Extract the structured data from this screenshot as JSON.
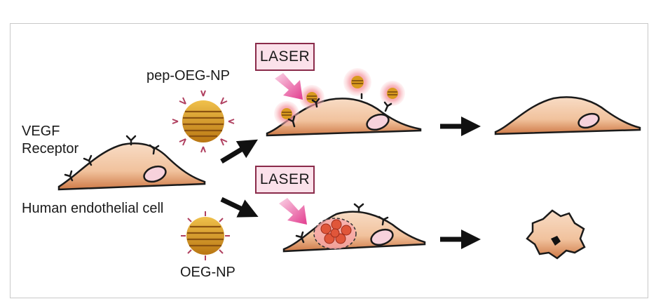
{
  "labels": {
    "vegf": "VEGF",
    "receptor": "Receptor",
    "cell": "Human endothelial cell",
    "pep_np": "pep-OEG-NP",
    "oeg_np": "OEG-NP",
    "laser_top": "LASER",
    "laser_bottom": "LASER"
  },
  "colors": {
    "cell_fill": "#f4c9a8",
    "cell_edge": "#c8733f",
    "nucleus": "#f7d2dc",
    "np_gold": "#d79a1c",
    "np_stripe": "#7a4a10",
    "ligand": "#b04060",
    "glow": "#f47a86",
    "laser_arrow": "#e9559c",
    "arrow": "#111111"
  }
}
